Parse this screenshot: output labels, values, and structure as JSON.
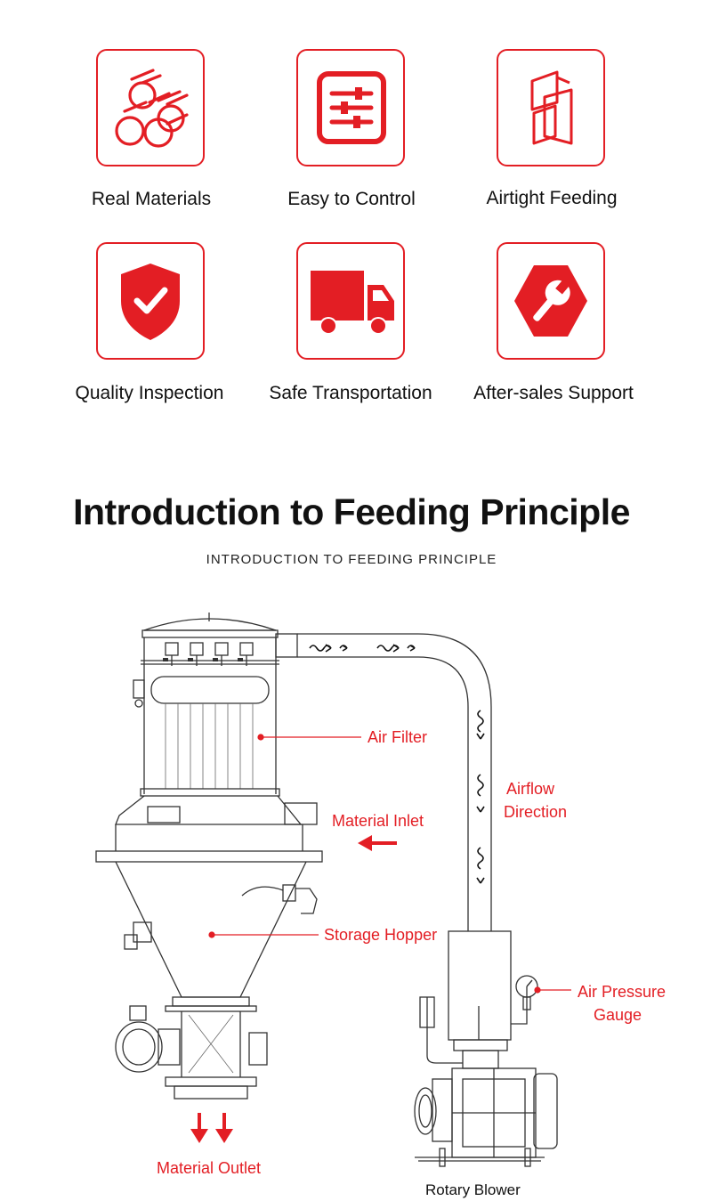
{
  "features": [
    {
      "label": "Real Materials",
      "icon": "pipes-icon"
    },
    {
      "label": "Easy to Control",
      "icon": "sliders-icon"
    },
    {
      "label": "Airtight Feeding",
      "icon": "seal-panels-icon"
    },
    {
      "label": "Quality Inspection",
      "icon": "shield-check-icon"
    },
    {
      "label": "Safe Transportation",
      "icon": "truck-icon"
    },
    {
      "label": "After-sales Support",
      "icon": "wrench-icon"
    }
  ],
  "section": {
    "title": "Introduction to Feeding Principle",
    "subtitle": "INTRODUCTION TO FEEDING PRINCIPLE"
  },
  "diagram": {
    "labels": {
      "air_filter": "Air Filter",
      "material_inlet": "Material Inlet",
      "airflow_line1": "Airflow",
      "airflow_line2": "Direction",
      "storage_hopper": "Storage Hopper",
      "pressure_line1": "Air Pressure",
      "pressure_line2": "Gauge",
      "material_outlet": "Material Outlet",
      "rotary_blower": "Rotary Blower"
    }
  },
  "colors": {
    "accent": "#e31e24",
    "text": "#111111",
    "line": "#333333"
  }
}
